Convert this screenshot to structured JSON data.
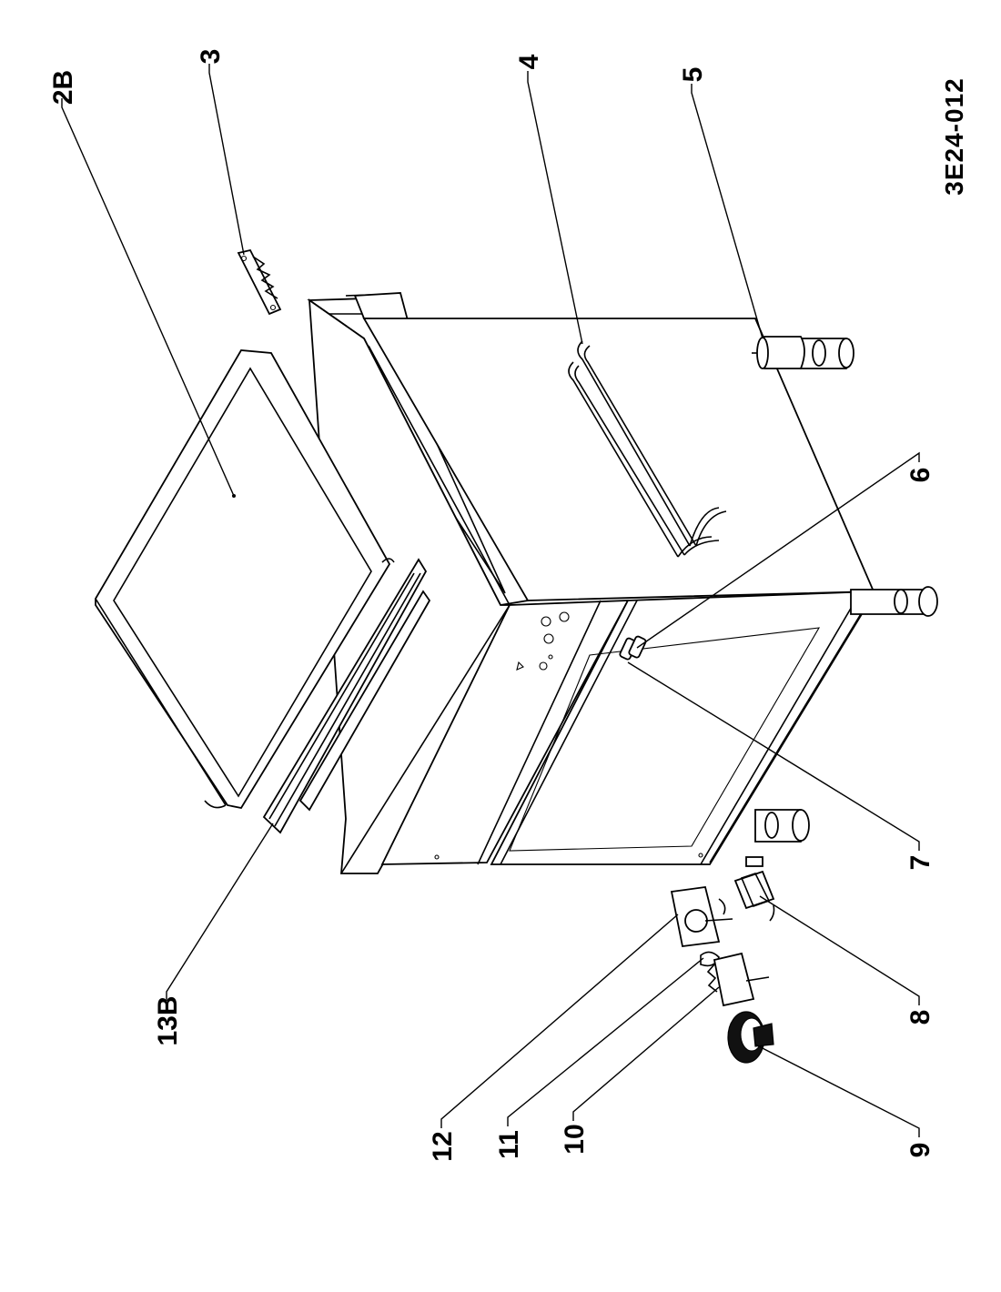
{
  "drawing": {
    "code": "3E24-012",
    "callouts": [
      {
        "id": "2B"
      },
      {
        "id": "3"
      },
      {
        "id": "4"
      },
      {
        "id": "5"
      },
      {
        "id": "6"
      },
      {
        "id": "7"
      },
      {
        "id": "8"
      },
      {
        "id": "9"
      },
      {
        "id": "10"
      },
      {
        "id": "11"
      },
      {
        "id": "12"
      },
      {
        "id": "13B"
      }
    ]
  }
}
